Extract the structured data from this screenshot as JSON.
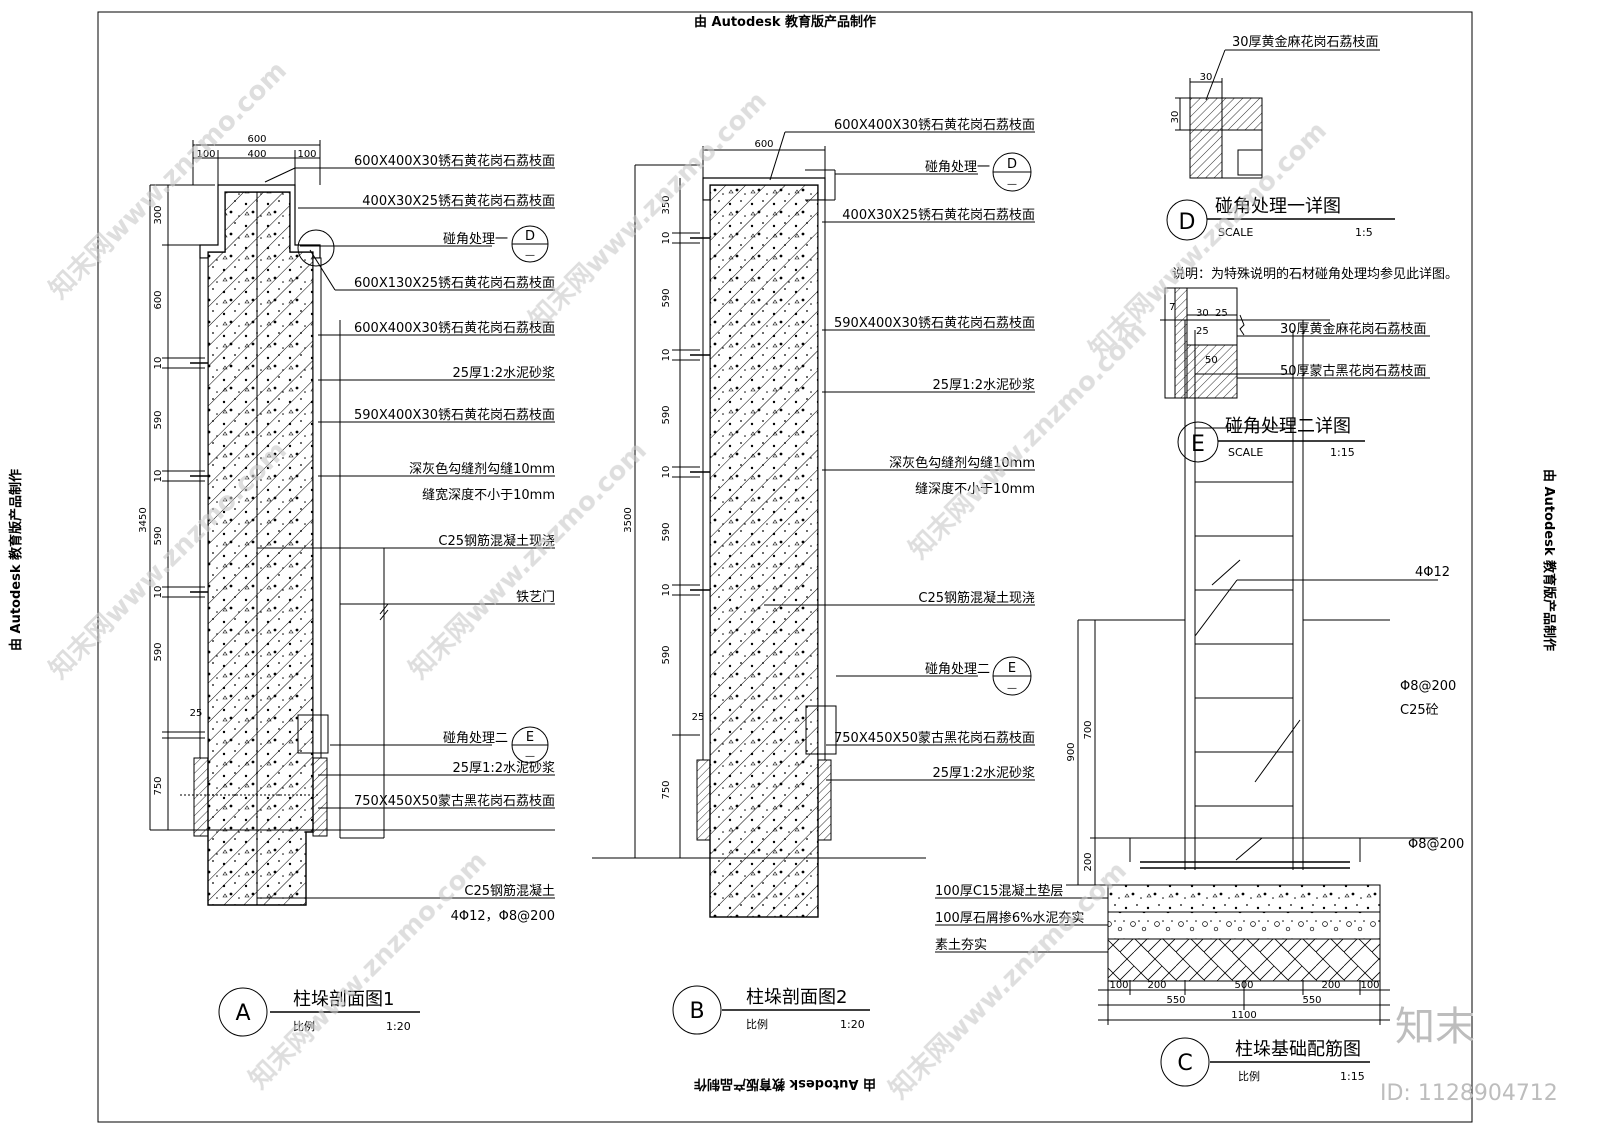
{
  "header": {
    "top_watermark": "由 Autodesk 教育版产品制作",
    "bottom_watermark": "由 Autodesk 教育版产品制作",
    "left_watermark": "由 Autodesk 教育版产品制作",
    "right_watermark": "由 Autodesk 教育版产品制作"
  },
  "detail_a": {
    "marker": "A",
    "title": "柱垛剖面图1",
    "scale_label": "比例",
    "scale_value": "1:20",
    "dims_top": [
      "600",
      "100",
      "400",
      "100"
    ],
    "dims_left": [
      "300",
      "600",
      "10",
      "590",
      "10",
      "590",
      "10",
      "590",
      "25",
      "750"
    ],
    "total_height": "3450",
    "annotations": [
      "600X400X30锈石黄花岗石荔枝面",
      "400X30X25锈石黄花岗石荔枝面",
      "碰角处理一",
      "600X130X25锈石黄花岗石荔枝面",
      "600X400X30锈石黄花岗石荔枝面",
      "25厚1:2水泥砂浆",
      "590X400X30锈石黄花岗石荔枝面",
      "深灰色勾缝剂勾缝10mm",
      "缝宽深度不小于10mm",
      "C25钢筋混凝土现浇",
      "铁艺门",
      "碰角处理二",
      "25厚1:2水泥砂浆",
      "750X450X50蒙古黑花岗石荔枝面",
      "C25钢筋混凝土",
      "4Φ12，Φ8@200"
    ],
    "callout_d": {
      "letter": "D",
      "sheet": "—"
    },
    "callout_e": {
      "letter": "E",
      "sheet": "—"
    }
  },
  "detail_b": {
    "marker": "B",
    "title": "柱垛剖面图2",
    "scale_label": "比例",
    "scale_value": "1:20",
    "dim_top": "600",
    "dims_left": [
      "350",
      "10",
      "590",
      "10",
      "590",
      "10",
      "590",
      "10",
      "590",
      "25",
      "750"
    ],
    "total_height": "3500",
    "annotations": [
      "600X400X30锈石黄花岗石荔枝面",
      "碰角处理一",
      "400X30X25锈石黄花岗石荔枝面",
      "590X400X30锈石黄花岗石荔枝面",
      "25厚1:2水泥砂浆",
      "深灰色勾缝剂勾缝10mm",
      "缝深度不小于10mm",
      "C25钢筋混凝土现浇",
      "碰角处理二",
      "750X450X50蒙古黑花岗石荔枝面",
      "25厚1:2水泥砂浆"
    ],
    "callout_d": {
      "letter": "D",
      "sheet": "—"
    },
    "callout_e": {
      "letter": "E",
      "sheet": "—"
    }
  },
  "detail_d": {
    "marker": "D",
    "title": "碰角处理一详图",
    "scale_label": "SCALE",
    "scale_value": "1:5",
    "label": "30厚黄金麻花岗石荔枝面",
    "dims": [
      "30",
      "30"
    ],
    "note": "说明：为特殊说明的石材碰角处理均参见此详图。"
  },
  "detail_e": {
    "marker": "E",
    "title": "碰角处理二详图",
    "scale_label": "SCALE",
    "scale_value": "1:15",
    "labels": [
      "30厚黄金麻花岗石荔枝面",
      "50厚蒙古黑花岗石荔枝面"
    ],
    "dims": [
      "7",
      "30",
      "25",
      "25",
      "50"
    ]
  },
  "detail_c": {
    "marker": "C",
    "title": "柱垛基础配筋图",
    "scale_label": "比例",
    "scale_value": "1:15",
    "annotations": [
      "4Φ12",
      "Φ8@200",
      "C25砼",
      "Φ8@200",
      "100厚C15混凝土垫层",
      "100厚石屑掺6%水泥夯实",
      "素土夯实"
    ],
    "dims_left": [
      "900",
      "700",
      "200"
    ],
    "dims_bottom": [
      "100",
      "200",
      "500",
      "200",
      "100"
    ],
    "dims_bottom2": [
      "550",
      "550"
    ],
    "dims_total": "1100"
  },
  "overlay": {
    "logo": "知末",
    "id": "ID: 1128904712",
    "watermark": "知末网www.znzmo.com"
  }
}
